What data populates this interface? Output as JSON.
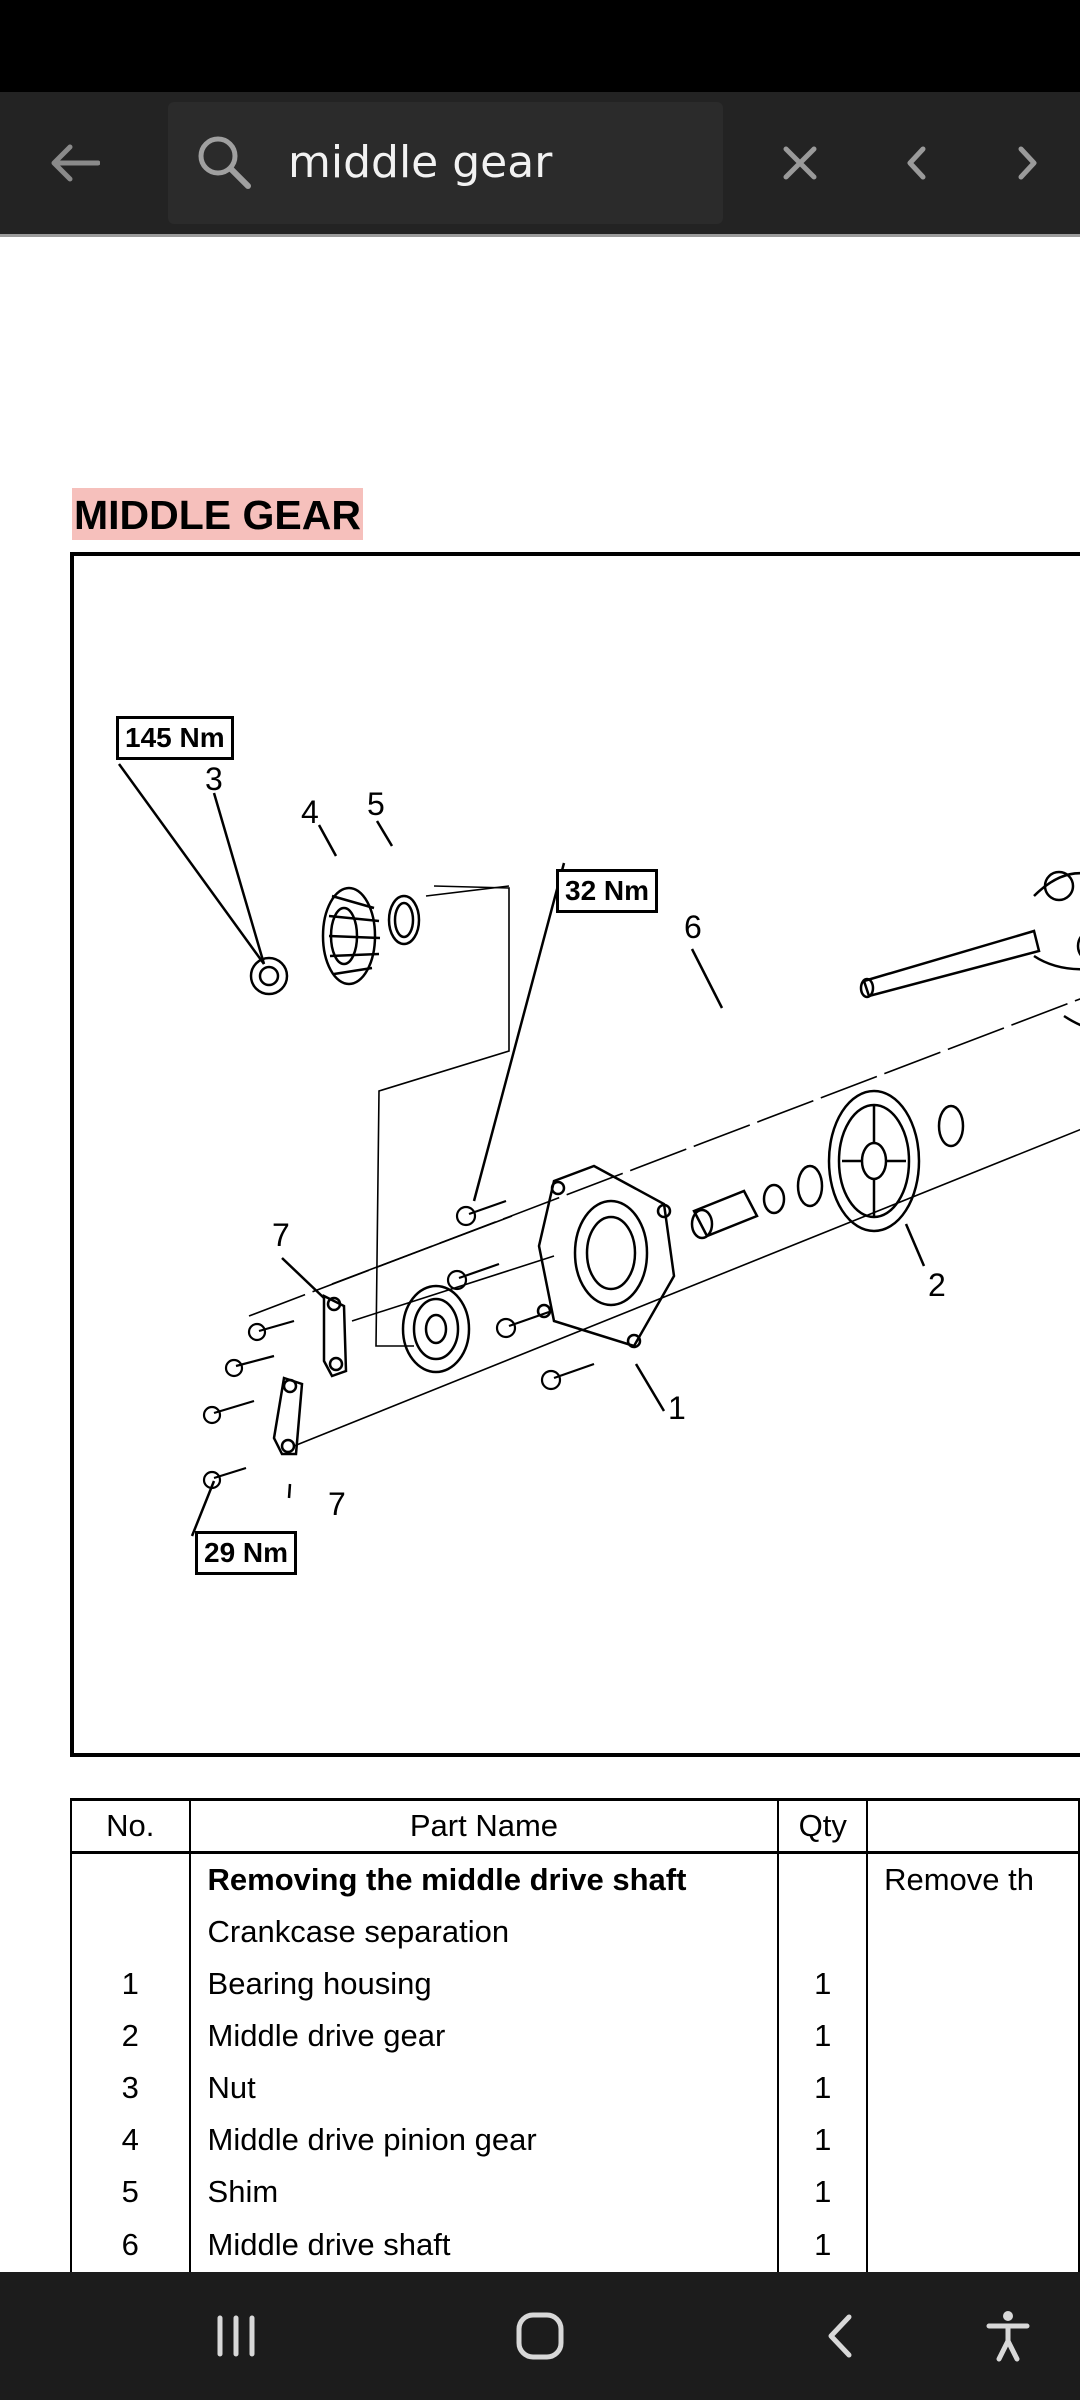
{
  "search": {
    "query": "middle gear"
  },
  "document": {
    "section_title": "MIDDLE GEAR",
    "torque_labels": [
      "145 Nm",
      "32 Nm",
      "29 Nm"
    ],
    "callouts": [
      "3",
      "4",
      "5",
      "6",
      "7",
      "7",
      "2",
      "1"
    ],
    "table": {
      "headers": [
        "No.",
        "Part Name",
        "Qty",
        ""
      ],
      "rows": [
        {
          "no": "",
          "name": "Removing the middle drive shaft",
          "qty": "",
          "remarks": "Remove th"
        },
        {
          "no": "",
          "name": "Crankcase separation",
          "qty": "",
          "remarks": ""
        },
        {
          "no": "1",
          "name": "Bearing housing",
          "qty": "1",
          "remarks": ""
        },
        {
          "no": "2",
          "name": "Middle drive gear",
          "qty": "1",
          "remarks": ""
        },
        {
          "no": "3",
          "name": "Nut",
          "qty": "1",
          "remarks": ""
        },
        {
          "no": "4",
          "name": "Middle drive pinion gear",
          "qty": "1",
          "remarks": ""
        },
        {
          "no": "5",
          "name": "Shim",
          "qty": "1",
          "remarks": ""
        },
        {
          "no": "6",
          "name": "Middle drive shaft",
          "qty": "1",
          "remarks": ""
        }
      ]
    }
  },
  "icons": {
    "toolbar": [
      "back-arrow-icon",
      "search-icon",
      "clear-icon",
      "previous-result-icon",
      "next-result-icon"
    ],
    "navigation": [
      "recent-apps-icon",
      "home-icon",
      "back-icon",
      "accessibility-icon"
    ]
  },
  "colors": {
    "toolbar_bg": "#232323",
    "search_highlight": "#f6c0bc",
    "nav_bar_bg": "#1c1c1c"
  }
}
